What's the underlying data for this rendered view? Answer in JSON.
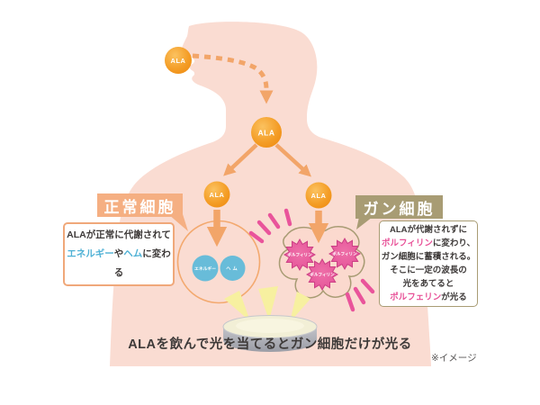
{
  "colors": {
    "body_pink": "#fadcd2",
    "ala_orange_light": "#f9b64d",
    "ala_orange_dark": "#ee8a10",
    "arrow_orange": "#f2a569",
    "normal_label_bg": "#f5af82",
    "normal_box_border": "#f0a87a",
    "cancer_label_bg": "#a89c74",
    "cell_blue": "#68bcd9",
    "blue_text": "#4fb1d5",
    "porphyrin_star_pink": "#e9549b",
    "pink_text": "#e85298",
    "ray_pink": "#e9549b",
    "beam_yellow": "#f7f0a0",
    "dish_gray": "#a9abb3",
    "dish_top": "#f2efd6",
    "text_dark": "#3e3a39"
  },
  "ala": "ALA",
  "normal": {
    "label": "正常細胞",
    "box": {
      "line1": "ALAが正常に代謝されて",
      "line2_energy": "エネルギー",
      "line2_mid": "や",
      "line2_heme": "ヘム",
      "line2_rest": "に変わる"
    },
    "cell_energy": "エネルギー",
    "cell_heme": "ヘム"
  },
  "cancer": {
    "label": "ガン細胞",
    "box": {
      "line1": "ALAが代謝されずに",
      "line2_pink": "ポルフィリン",
      "line2_rest": "に変わり、",
      "line3": "ガン細胞に蓄積される。",
      "line4": "そこに一定の波長の",
      "line5": "光をあてると",
      "line6_pink": "ポルフェリン",
      "line6_rest": "が光る"
    },
    "porphyrin": "ポルフィリン"
  },
  "caption": "ALAを飲んで光を当てるとガン細胞だけが光る",
  "note": "※イメージ"
}
